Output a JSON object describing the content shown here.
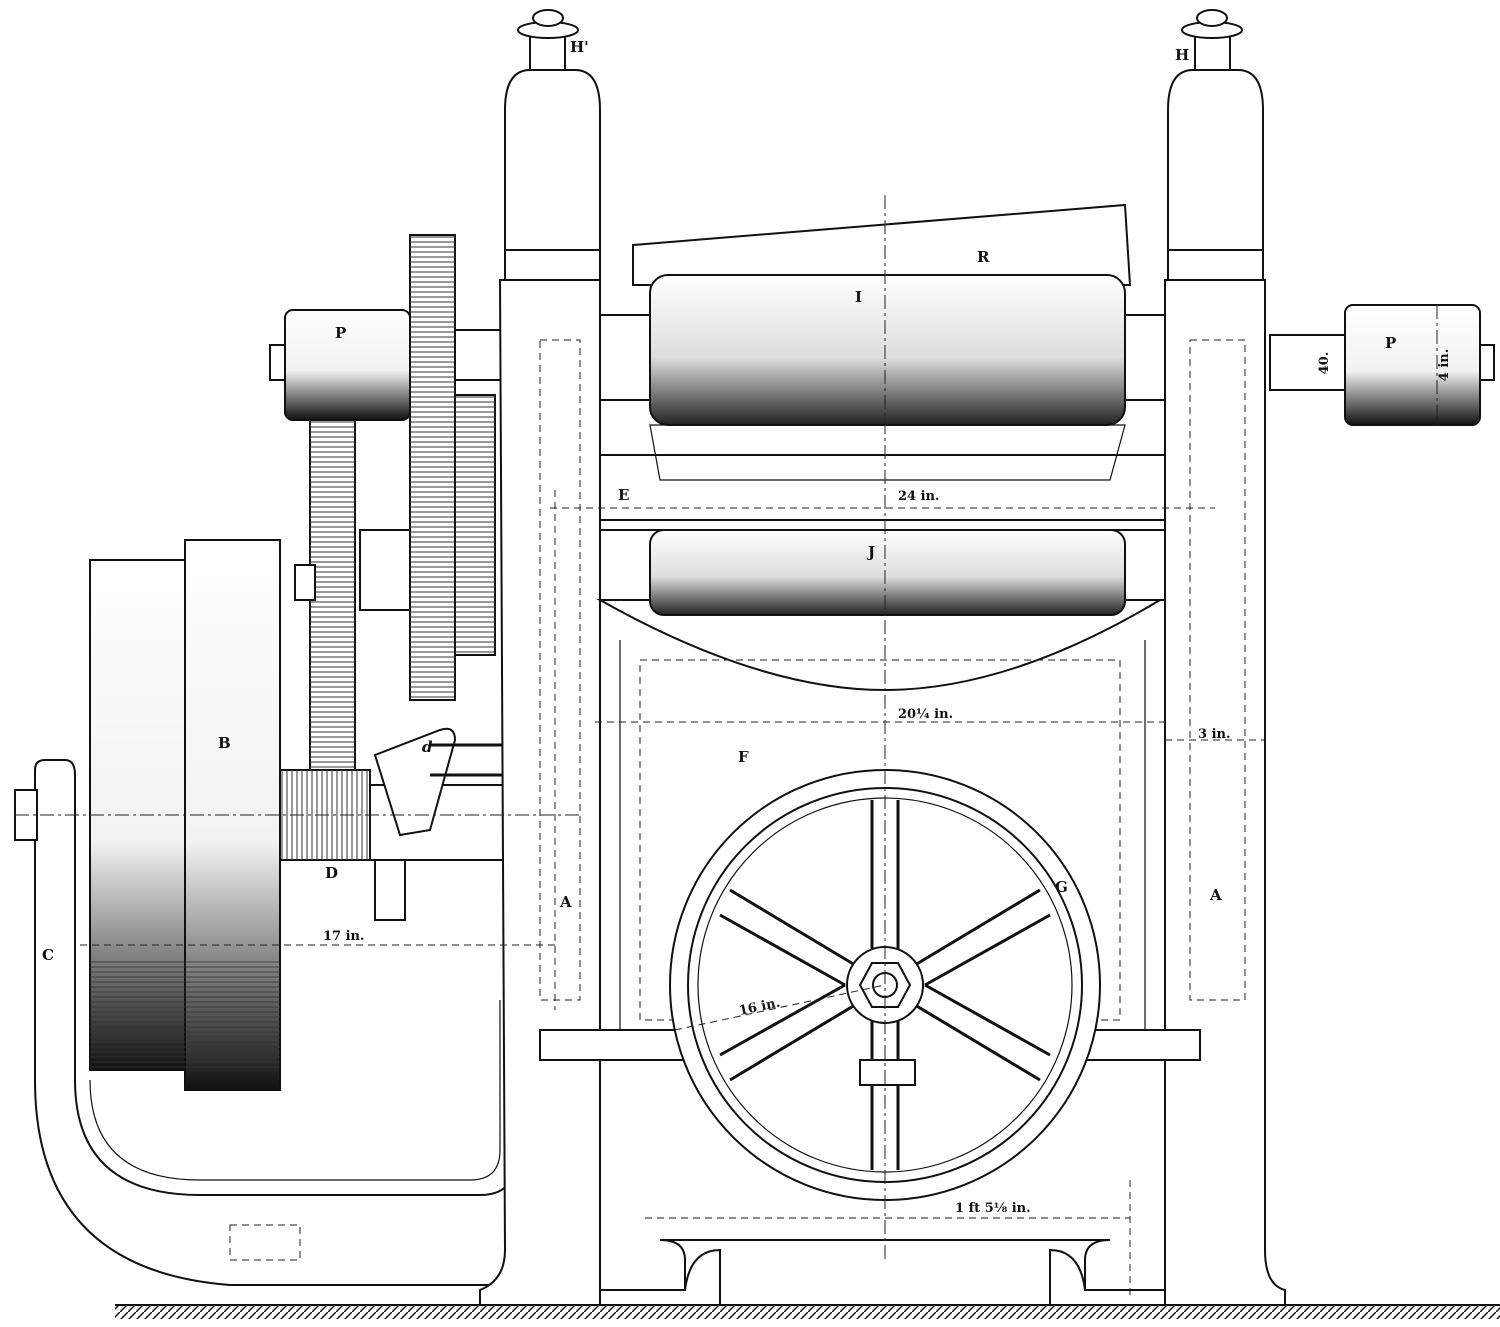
{
  "labels": {
    "screw_left": "H'",
    "screw_right": "H",
    "shoe": "R",
    "upper_roll": "I",
    "lower_roll": "J",
    "pulley_left": "P",
    "pulley_right": "P",
    "crossbar": "E",
    "frame_inner": "F",
    "frame_left": "A",
    "frame_right": "A",
    "belt_pulley": "B",
    "bracket": "C",
    "gear_shaft": "D",
    "lever": "d",
    "handwheel": "G"
  },
  "dimensions": {
    "pulley_diameter": "40.",
    "pulley_width": "4 in.",
    "roll_width": "24 in.",
    "frame_inner_width": "20¼ in.",
    "column_width": "3 in.",
    "pulley_offset": "17 in.",
    "wheel_radius": "16 in.",
    "foot_spacing": "1 ft 5⅛ in."
  }
}
